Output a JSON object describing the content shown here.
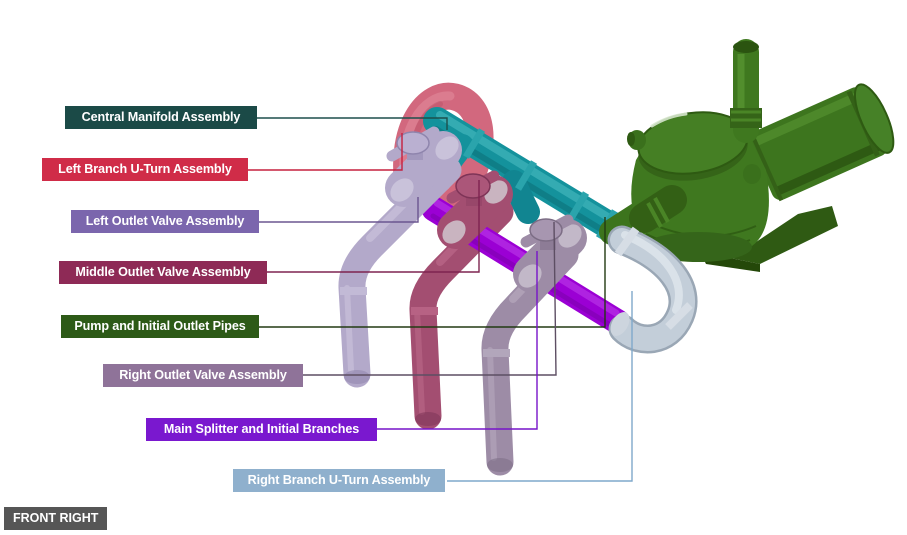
{
  "view": {
    "label": "FRONT RIGHT",
    "bg": "#565656",
    "text_color": "#ffffff"
  },
  "canvas": {
    "background": "#ffffff"
  },
  "annotations": [
    {
      "id": "central-manifold",
      "label": "Central Manifold Assembly",
      "bg": "#1b4a47",
      "line_color": "#1d4f4c"
    },
    {
      "id": "left-branch-uturn",
      "label": "Left Branch U-Turn Assembly",
      "bg": "#d02c48",
      "line_color": "#c5203f"
    },
    {
      "id": "left-outlet-valve",
      "label": "Left Outlet Valve Assembly",
      "bg": "#7b66ad",
      "line_color": "#6b5690"
    },
    {
      "id": "middle-outlet-valve",
      "label": "Middle Outlet Valve Assembly",
      "bg": "#8e2a56",
      "line_color": "#7e2450"
    },
    {
      "id": "pump-initial-outlet",
      "label": "Pump and Initial Outlet Pipes",
      "bg": "#2d5a17",
      "line_color": "#223a12"
    },
    {
      "id": "right-outlet-valve",
      "label": "Right Outlet Valve Assembly",
      "bg": "#8f7399",
      "line_color": "#5d4e63"
    },
    {
      "id": "main-splitter",
      "label": "Main Splitter and Initial Branches",
      "bg": "#7a18cf",
      "line_color": "#7714c9"
    },
    {
      "id": "right-branch-uturn",
      "label": "Right Branch U-Turn Assembly",
      "bg": "#8fb0cd",
      "line_color": "#7fa8cb"
    }
  ],
  "model_parts": [
    {
      "name": "pump-body",
      "color": "#3f781f"
    },
    {
      "name": "central-manifold-pipe",
      "color": "#14929c"
    },
    {
      "name": "left-branch-uturn-pipe",
      "color": "#d2687e"
    },
    {
      "name": "main-splitter-pipe",
      "color": "#9b00d4"
    },
    {
      "name": "left-outlet-valve-pipe",
      "color": "#b3a9ca"
    },
    {
      "name": "middle-outlet-valve-pipe",
      "color": "#a34e71"
    },
    {
      "name": "right-outlet-valve-pipe",
      "color": "#9d8ca6"
    },
    {
      "name": "right-branch-uturn-pipe",
      "color": "#c3ced9"
    }
  ]
}
